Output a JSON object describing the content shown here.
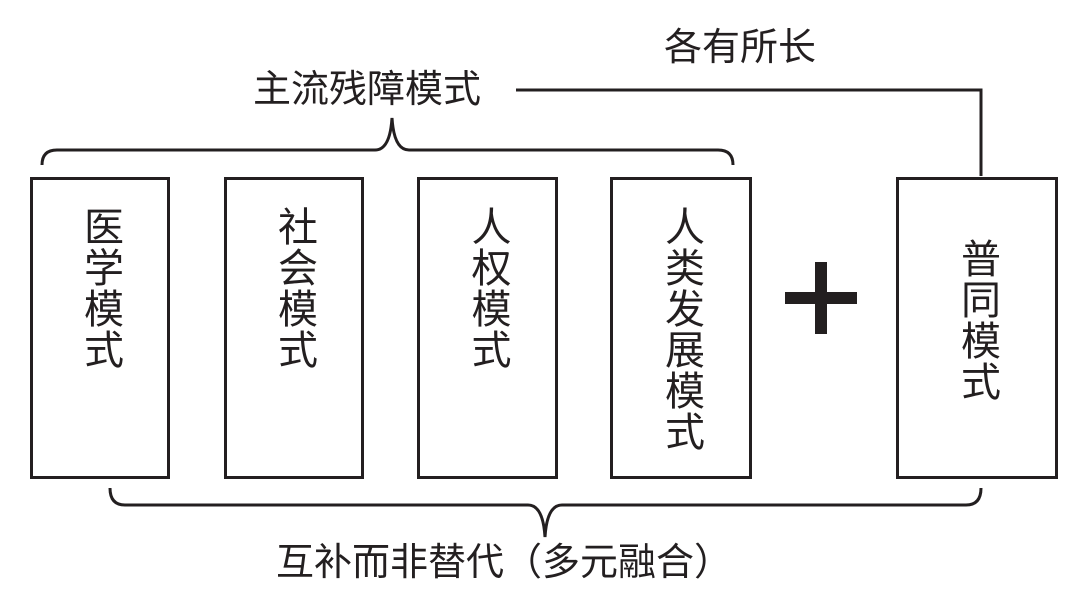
{
  "top_right_label": "各有所长",
  "mainstream_label": "主流残障模式",
  "bottom_label": "互补而非替代（多元融合）",
  "boxes": [
    {
      "text": "医学模式"
    },
    {
      "text": "社会模式"
    },
    {
      "text": "人权模式"
    },
    {
      "text": "人类发展模式"
    },
    {
      "text": "普同模式"
    }
  ],
  "plus_symbol": "+",
  "colors": {
    "ink": "#231f20",
    "background": "#ffffff"
  }
}
